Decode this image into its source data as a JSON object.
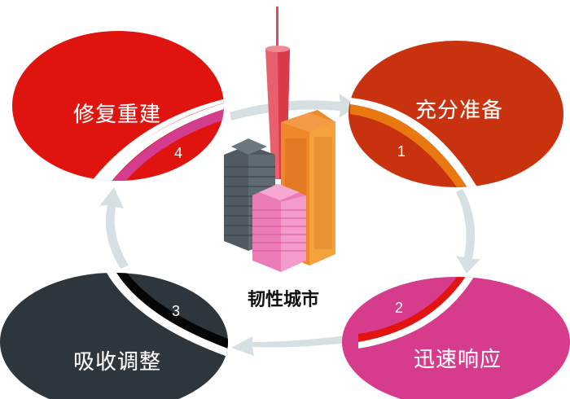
{
  "diagram": {
    "center": {
      "title": "韧性城市",
      "icon": "city-buildings-icon"
    },
    "stages": [
      {
        "step": "1",
        "label": "充分准备",
        "color": "#c8320f",
        "accent": "#e8780f"
      },
      {
        "step": "2",
        "label": "迅速响应",
        "color": "#d63b8c",
        "accent": "#e2140f"
      },
      {
        "step": "3",
        "label": "吸收调整",
        "color": "#2e363d",
        "accent": "#050505"
      },
      {
        "step": "4",
        "label": "修复重建",
        "color": "#e0140f",
        "accent": "#d43d8e"
      }
    ],
    "arrow_color": "#d6e0e3",
    "flow_direction": "clockwise"
  }
}
